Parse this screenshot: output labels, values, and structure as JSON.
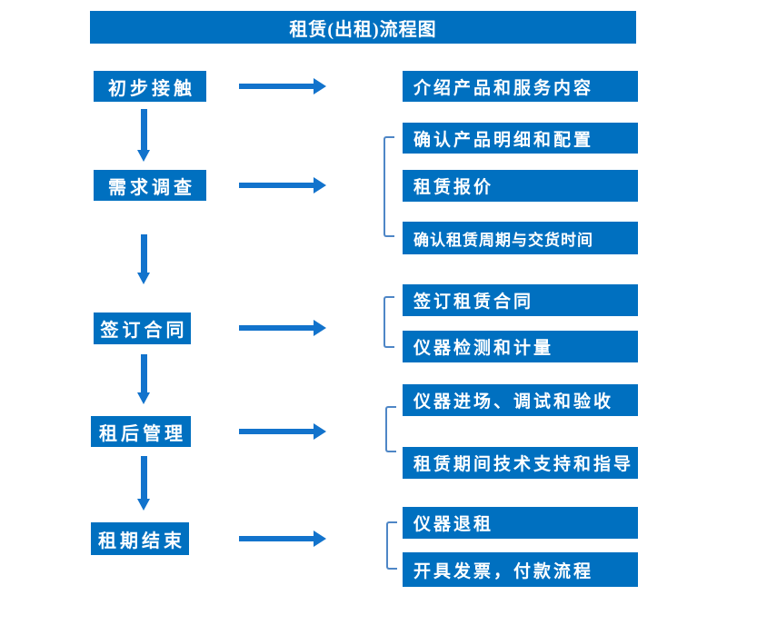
{
  "title": "租赁(出租)流程图",
  "colors": {
    "box": "#0070C0",
    "arrow": "#1273CC",
    "bracket": "#4E86C6",
    "text": "#FFFFFF",
    "background": "#FFFFFF"
  },
  "stages": [
    {
      "label": "初步接触",
      "details": [
        "介绍产品和服务内容"
      ]
    },
    {
      "label": "需求调查",
      "details": [
        "确认产品明细和配置",
        "租赁报价",
        "确认租赁周期与交货时间"
      ]
    },
    {
      "label": "签订合同",
      "details": [
        "签订租赁合同",
        "仪器检测和计量"
      ]
    },
    {
      "label": "租后管理",
      "details": [
        "仪器进场、调试和验收",
        "租赁期间技术支持和指导"
      ]
    },
    {
      "label": "租期结束",
      "details": [
        "仪器退租",
        "开具发票，付款流程"
      ]
    }
  ]
}
